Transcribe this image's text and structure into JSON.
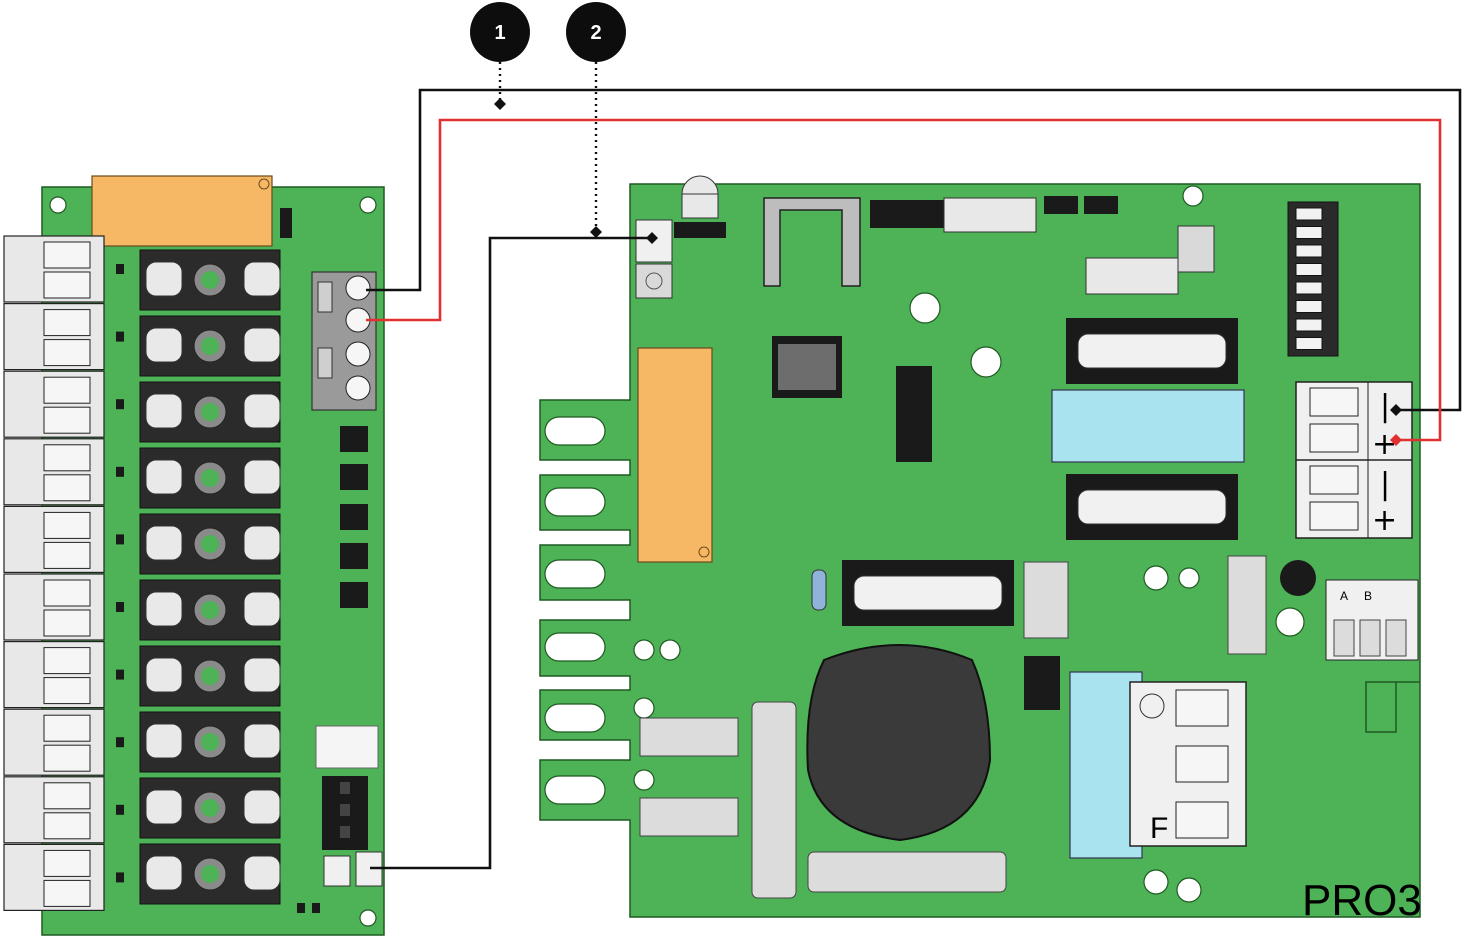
{
  "callouts": [
    {
      "number": "1",
      "wire": "black"
    },
    {
      "number": "2",
      "wire": "black"
    }
  ],
  "boards": {
    "right_board_label": "PRO3",
    "fuse_label": "F",
    "terminal_labels": {
      "a": "A",
      "b": "B"
    },
    "polarity": {
      "negative": "|",
      "positive": "+"
    }
  },
  "colors": {
    "pcb": "#4db356",
    "wire_red": "#e0302f",
    "wire_black": "#111111",
    "relay": "#f7b866",
    "capacitor": "#a9e3ef"
  }
}
